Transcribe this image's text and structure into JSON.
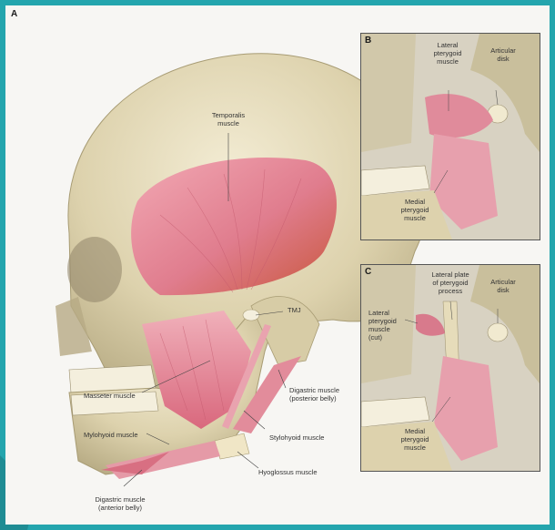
{
  "panels": {
    "a": {
      "letter": "A"
    },
    "b": {
      "letter": "B"
    },
    "c": {
      "letter": "C"
    }
  },
  "labels": {
    "temporalis": "Temporalis\nmuscle",
    "tmj": "TMJ",
    "masseter": "Masseter muscle",
    "mylohyoid": "Mylohyoid muscle",
    "digastric_anterior": "Digastric muscle\n(anterior belly)",
    "digastric_posterior": "Digastric muscle\n(posterior belly)",
    "stylohyoid": "Stylohyoid muscle",
    "hyoglossus": "Hyoglossus muscle",
    "b_lateral_pterygoid": "Lateral\npterygoid\nmuscle",
    "b_articular_disk": "Articular\ndisk",
    "b_medial_pterygoid": "Medial\npterygoid\nmuscle",
    "c_lateral_plate": "Lateral plate\nof pterygoid\nprocess",
    "c_articular_disk": "Articular\ndisk",
    "c_lateral_pterygoid_cut": "Lateral\npterygoid\nmuscle\n(cut)",
    "c_medial_pterygoid": "Medial\npterygoid\nmuscle"
  },
  "colors": {
    "frame": "#24a5ad",
    "bone": "#e8e0c4",
    "muscle": "#e88a99"
  }
}
